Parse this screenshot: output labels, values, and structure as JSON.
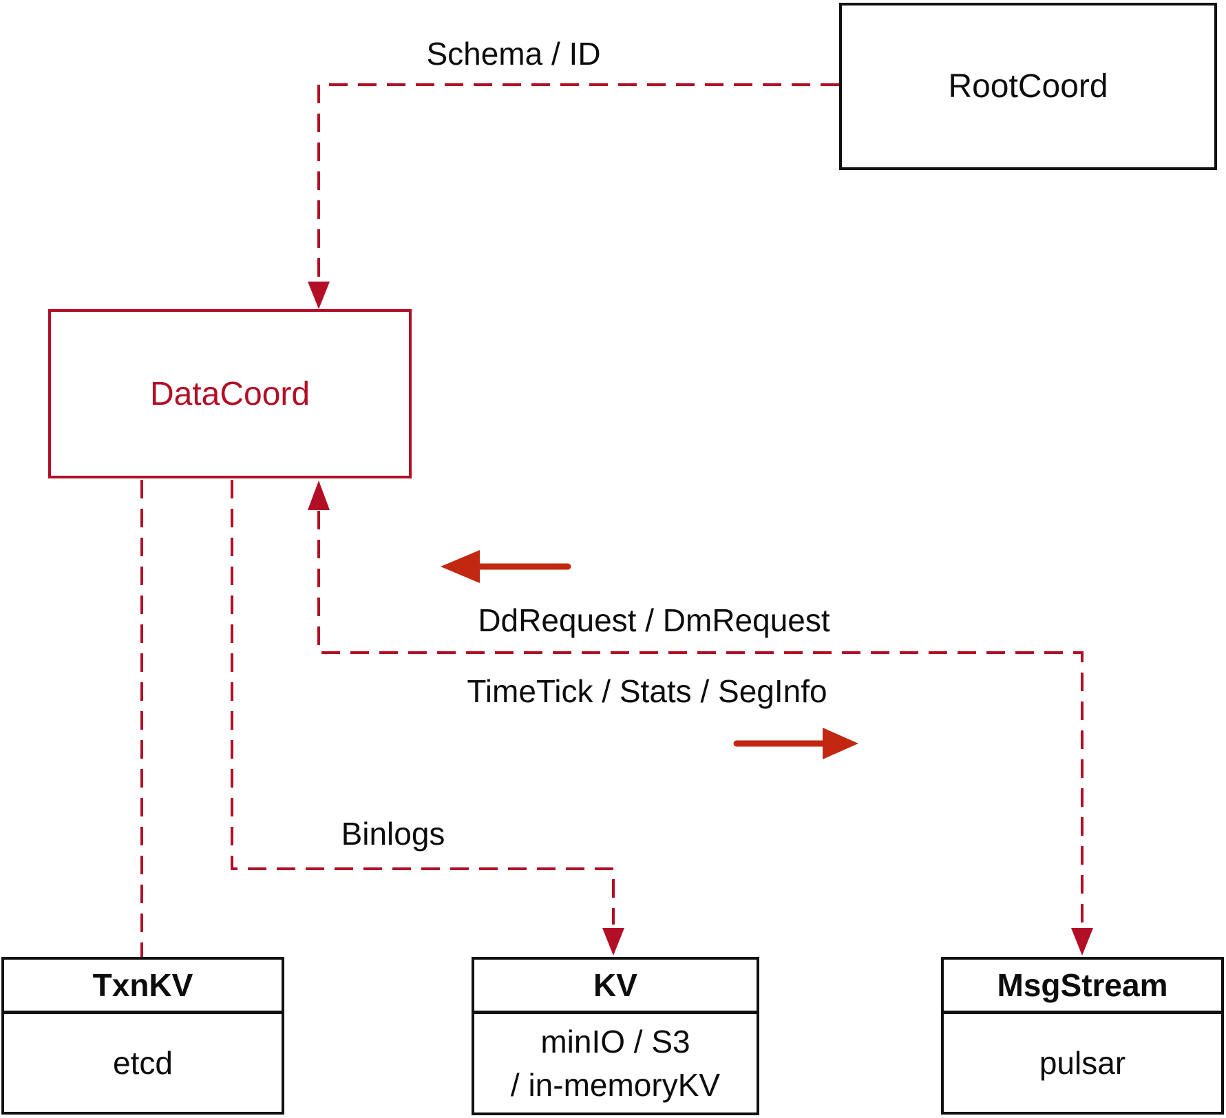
{
  "diagram": {
    "nodes": {
      "rootcoord": {
        "title": "RootCoord"
      },
      "datacoord": {
        "title": "DataCoord"
      },
      "txnkv": {
        "title": "TxnKV",
        "impl": "etcd"
      },
      "kv": {
        "title": "KV",
        "impl_lines": [
          "minIO / S3",
          "/ in-memoryKV"
        ]
      },
      "msgstream": {
        "title": "MsgStream",
        "impl": "pulsar"
      }
    },
    "edge_labels": {
      "schema": "Schema / ID",
      "ddrequest": "DdRequest / DmRequest",
      "timetick": "TimeTick / Stats / SegInfo",
      "binlogs": "Binlogs"
    },
    "colors": {
      "crimson": "#b20e26",
      "arrow_red": "#c22711",
      "ink": "#0d0d0d",
      "line_black": "#111111"
    }
  }
}
